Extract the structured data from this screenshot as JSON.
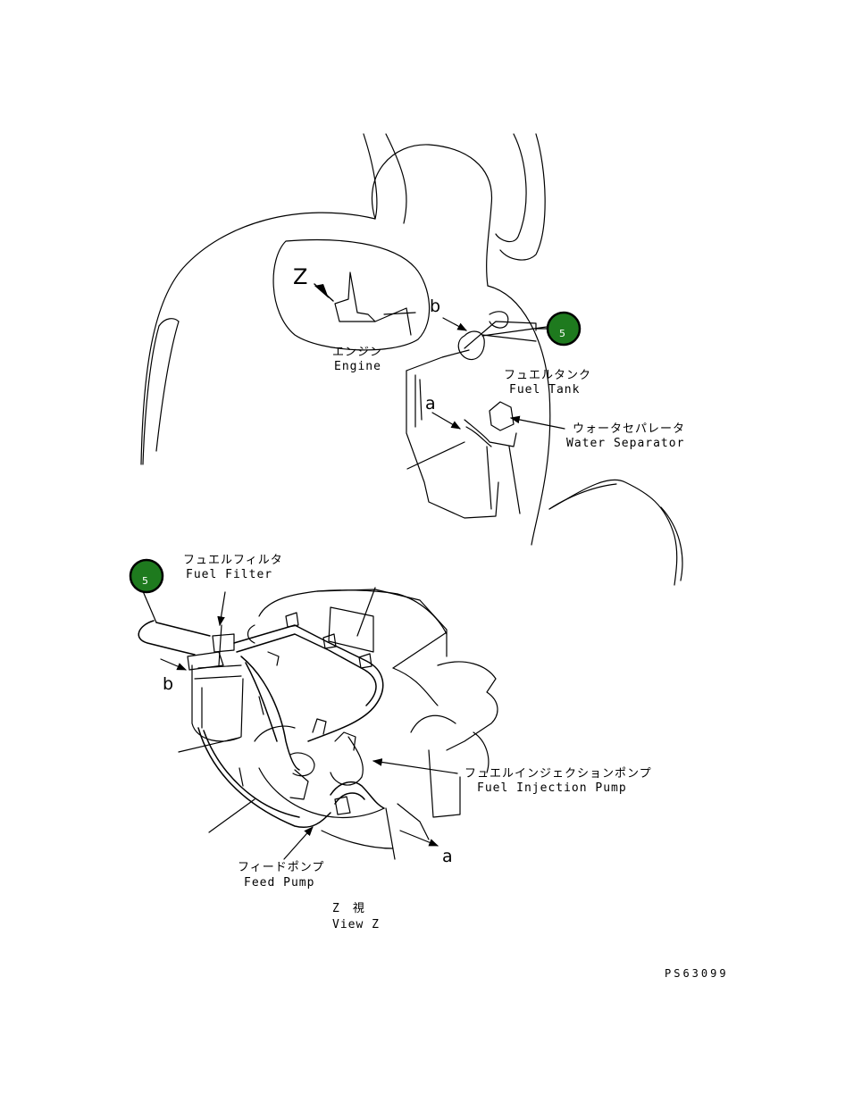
{
  "top_view": {
    "view_marker": "Z",
    "engine": {
      "jp": "エンジン",
      "en": "Engine"
    },
    "fuel_tank": {
      "jp": "フュエルタンク",
      "en": "Fuel Tank"
    },
    "water_separator": {
      "jp": "ウォータセパレータ",
      "en": "Water Separator"
    },
    "ref_a": "a",
    "ref_b": "b",
    "badge": {
      "number": "5",
      "color": "#1e7a1e"
    }
  },
  "bottom_view": {
    "fuel_filter": {
      "jp": "フュエルフィルタ",
      "en": "Fuel Filter"
    },
    "fuel_injection_pump": {
      "jp": "フュエルインジェクションポンプ",
      "en": "Fuel Injection Pump"
    },
    "feed_pump": {
      "jp": "フィードポンプ",
      "en": "Feed Pump"
    },
    "ref_a": "a",
    "ref_b": "b",
    "badge": {
      "number": "5",
      "color": "#1e7a1e"
    },
    "caption": {
      "jp": "Z　視",
      "en": "View Z"
    }
  },
  "drawing_code": "PS63099"
}
